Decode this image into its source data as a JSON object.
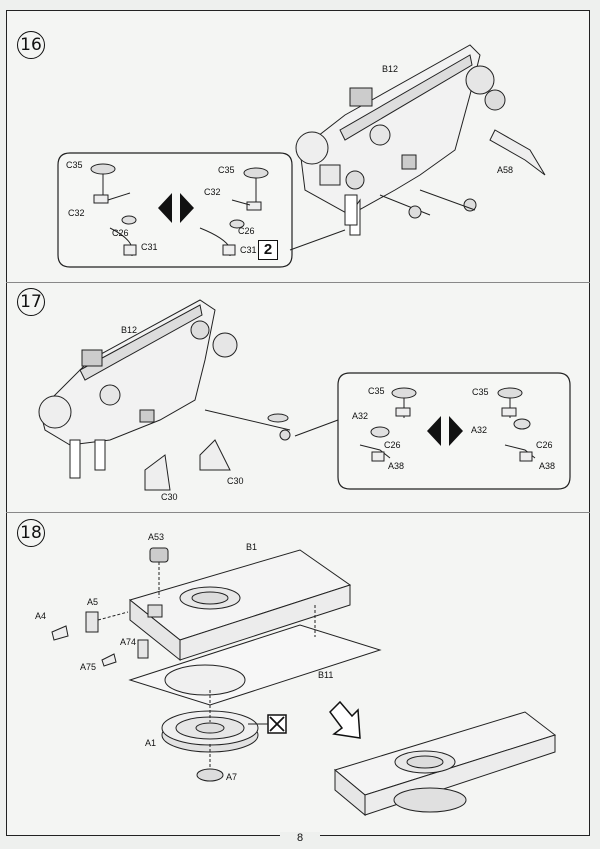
{
  "page": {
    "number": "8"
  },
  "steps": {
    "s16": {
      "number": "16",
      "labels": {
        "B12": "B12",
        "A58": "A58",
        "C35a": "C35",
        "C32a": "C32",
        "C26a": "C26",
        "C31a": "C31",
        "C35b": "C35",
        "C32b": "C32",
        "C26b": "C26",
        "C31b": "C31"
      },
      "quantity": "2"
    },
    "s17": {
      "number": "17",
      "labels": {
        "B12": "B12",
        "C30a": "C30",
        "C30b": "C30",
        "C35a": "C35",
        "A32a": "A32",
        "C26a": "C26",
        "A38a": "A38",
        "C35b": "C35",
        "A32b": "A32",
        "C26b": "C26",
        "A38b": "A38"
      }
    },
    "s18": {
      "number": "18",
      "labels": {
        "A53": "A53",
        "B1": "B1",
        "A4": "A4",
        "A5": "A5",
        "A74": "A74",
        "A75": "A75",
        "B11": "B11",
        "A1": "A1",
        "A7": "A7"
      }
    }
  },
  "icons": {
    "symmetry": "mirror-arrows-icon",
    "no_glue": "no-glue-icon",
    "result": "result-arrow-icon"
  },
  "colors": {
    "ink": "#222222",
    "paper": "#f4f5f3",
    "arrow": "#111111"
  }
}
